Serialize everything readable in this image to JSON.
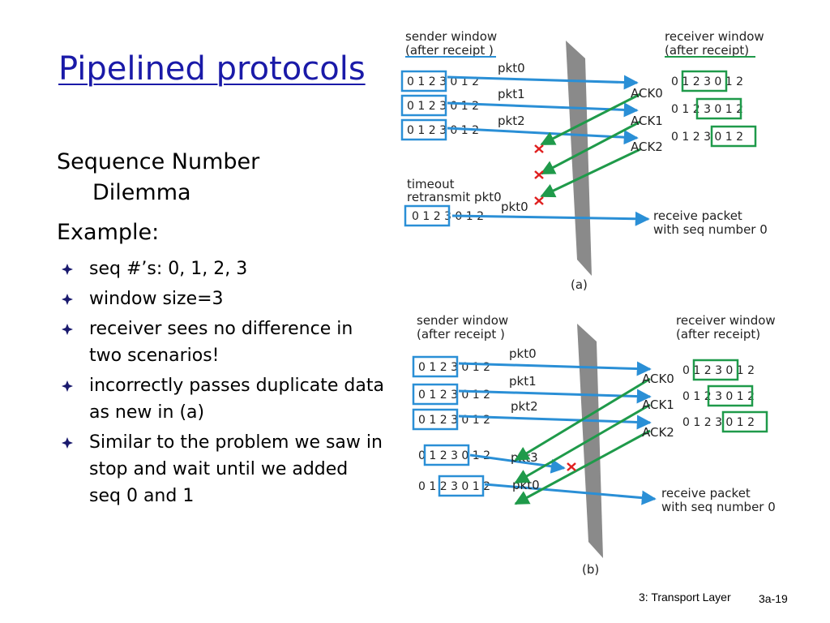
{
  "slide": {
    "title": "Pipelined protocols",
    "heading_line1": "Sequence Number",
    "heading_line2": "Dilemma",
    "example_label": "Example:",
    "bullets": [
      "seq #’s: 0, 1, 2, 3",
      "window size=3",
      "receiver sees no difference in two scenarios!",
      "incorrectly passes duplicate data as new in (a)",
      "Similar to the problem we saw in stop and wait until we added seq 0 and 1"
    ],
    "footer_left": "3: Transport Layer",
    "footer_right": "3a-19"
  },
  "colors": {
    "title": "#1a1aa8",
    "sender_box": "#2a8fd6",
    "receiver_box": "#1f9a4a",
    "packet_arrow": "#2a8fd6",
    "ack_arrow": "#1f9a4a",
    "lost_x": "#e02020",
    "channel": "#8a8a8a"
  },
  "diagram_a": {
    "sender_label_line1": "sender window",
    "sender_label_line2": "(after receipt )",
    "receiver_label_line1": "receiver window",
    "receiver_label_line2": "(after receipt)",
    "sender_rows": [
      "0 1 2 3 0 1 2",
      "0 1 2 3 0 1 2",
      "0 1 2 3 0 1 2"
    ],
    "timeout_line1": "timeout",
    "timeout_line2": "retransmit pkt0",
    "timeout_row": "0 1 2 3 0 1 2",
    "receiver_rows": [
      "0 1 2 3 0 1 2",
      "0 1 2 3 0 1 2",
      "0 1 2 3 0 1 2"
    ],
    "packets": [
      "pkt0",
      "pkt1",
      "pkt2",
      "pkt0"
    ],
    "acks": [
      "ACK0",
      "ACK1",
      "ACK2"
    ],
    "receive_line1": "receive packet",
    "receive_line2": "with seq number 0",
    "caption": "(a)"
  },
  "diagram_b": {
    "sender_label_line1": "sender window",
    "sender_label_line2": "(after receipt )",
    "receiver_label_line1": "receiver window",
    "receiver_label_line2": "(after receipt)",
    "sender_rows": [
      "0 1 2 3 0 1 2",
      "0 1 2 3 0 1 2",
      "0 1 2 3 0 1 2",
      "0 1 2 3 0 1 2",
      "0 1 2 3 0 1 2"
    ],
    "receiver_rows": [
      "0 1 2 3 0 1 2",
      "0 1 2 3 0 1 2",
      "0 1 2 3 0 1 2"
    ],
    "packets": [
      "pkt0",
      "pkt1",
      "pkt2",
      "pkt3",
      "pkt0"
    ],
    "acks": [
      "ACK0",
      "ACK1",
      "ACK2"
    ],
    "receive_line1": "receive packet",
    "receive_line2": "with seq number 0",
    "caption": "(b)"
  }
}
